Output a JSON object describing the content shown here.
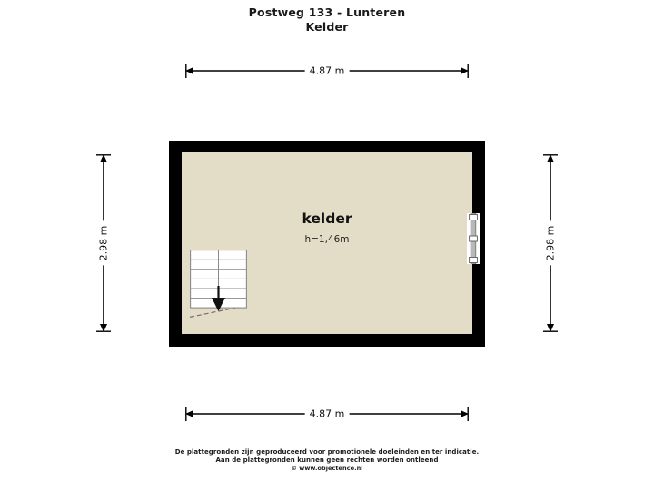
{
  "document": {
    "title": "Postweg 133 - Lunteren",
    "subtitle": "Kelder"
  },
  "floorplan": {
    "room": {
      "name": "kelder",
      "height_label": "h=1,46m"
    },
    "colors": {
      "wall": "#000000",
      "floor": "#e3dcc6",
      "background": "#ffffff",
      "dimension_line": "#000000",
      "stair_fill": "#ffffff",
      "stair_stroke": "#808080"
    },
    "features": [
      {
        "name": "staircase",
        "label": "stairs-down",
        "direction": "down"
      },
      {
        "name": "window",
        "label": "window-right-wall"
      }
    ]
  },
  "dimensions": {
    "top": {
      "value": "4.87 m",
      "orientation": "horizontal"
    },
    "bottom": {
      "value": "4.87 m",
      "orientation": "horizontal"
    },
    "left": {
      "value": "2.98 m",
      "orientation": "vertical"
    },
    "right": {
      "value": "2.98 m",
      "orientation": "vertical"
    }
  },
  "footer": {
    "line1": "De plattegronden zijn geproduceerd voor promotionele doeleinden en ter indicatie.",
    "line2": "Aan de plattegronden kunnen geen rechten worden ontleend",
    "line3": "© www.objectenco.nl"
  }
}
